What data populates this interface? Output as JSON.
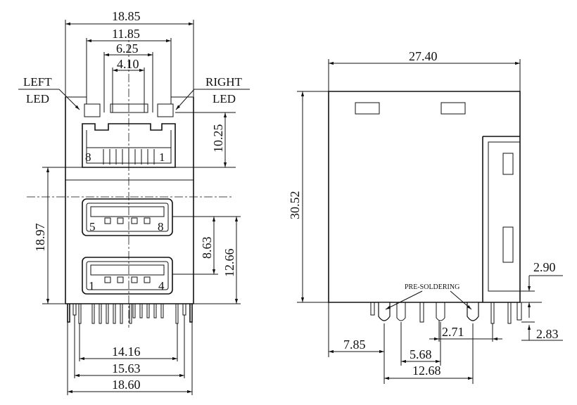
{
  "front_view": {
    "dims": {
      "overall_width_top": "18.85",
      "width_11_85": "11.85",
      "width_6_25": "6.25",
      "width_4_10": "4.10",
      "rj45_height": "10.25",
      "height_18_97": "18.97",
      "usb_upper_height": "8.63",
      "usb_height_12_66": "12.66",
      "pin_width_14_16": "14.16",
      "pin_width_15_63": "15.63",
      "overall_width_bottom": "18.60"
    },
    "left_led_line1": "LEFT",
    "left_led_line2": "LED",
    "right_led_line1": "RIGHT",
    "right_led_line2": "LED",
    "rj45_pin_left": "8",
    "rj45_pin_right": "1",
    "usb_upper_pin_left": "5",
    "usb_upper_pin_right": "8",
    "usb_lower_pin_left": "1",
    "usb_lower_pin_right": "4"
  },
  "side_view": {
    "dims": {
      "overall_length": "27.40",
      "overall_height": "30.52",
      "height_2_90": "2.90",
      "pitch_2_71": "2.71",
      "pitch_2_83": "2.83",
      "offset_7_85": "7.85",
      "pitch_5_68": "5.68",
      "span_12_68": "12.68"
    },
    "pre_soldering_label": "PRE-SOLDERING"
  },
  "colors": {
    "line": "#111111",
    "background": "#ffffff"
  }
}
